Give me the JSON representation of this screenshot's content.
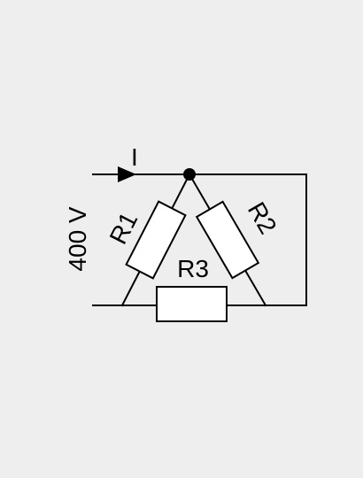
{
  "circuit": {
    "current_label": "I",
    "voltage_label": "400 V",
    "resistors": {
      "r1": "R1",
      "r2": "R2",
      "r3": "R3"
    }
  }
}
